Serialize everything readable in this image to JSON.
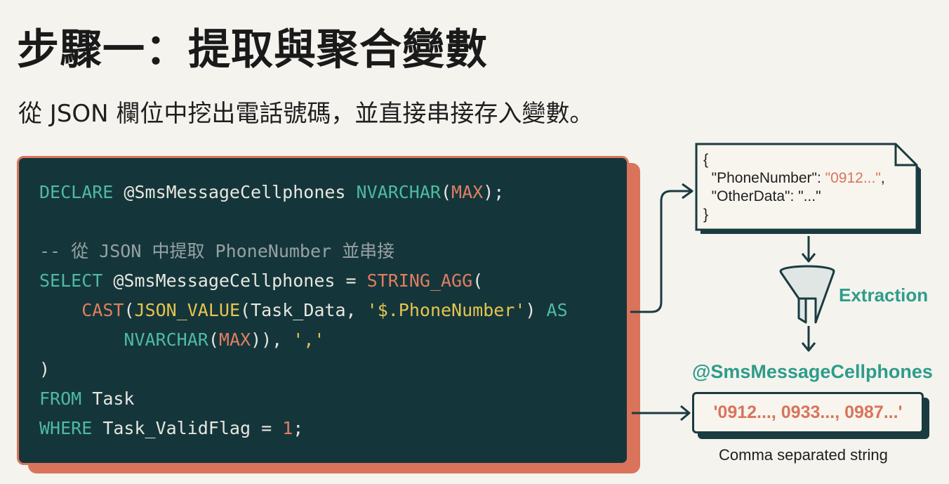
{
  "title": "步驟一：提取與聚合變數",
  "subtitle": "從 JSON 欄位中挖出電話號碼，並直接串接存入變數。",
  "code": {
    "line1": {
      "kw": "DECLARE",
      "var": " @SmsMessageCellphones ",
      "type": "NVARCHAR",
      "open": "(",
      "max": "MAX",
      "close": ");"
    },
    "comment": "-- 從 JSON 中提取 PhoneNumber 並串接",
    "line3": {
      "kw": "SELECT",
      "var": " @SmsMessageCellphones = ",
      "fn": "STRING_AGG",
      "open": "("
    },
    "line4": {
      "indent": "    ",
      "cast": "CAST",
      "open1": "(",
      "jv": "JSON_VALUE",
      "args": "(Task_Data, ",
      "path": "'$.PhoneNumber'",
      "close": ") ",
      "as": "AS"
    },
    "line5": {
      "indent": "        ",
      "type": "NVARCHAR",
      "open": "(",
      "max": "MAX",
      "close": ")), ",
      "sep": "','"
    },
    "line6": ")",
    "line7": {
      "kw": "FROM",
      "rest": " Task"
    },
    "line8": {
      "kw": "WHERE",
      "rest": " Task_ValidFlag = ",
      "num": "1",
      "end": ";"
    }
  },
  "json_doc": {
    "open": "{",
    "key1": "  \"PhoneNumber\": ",
    "val1": "\"0912...\"",
    "comma1": ",",
    "line2": "  \"OtherData\": \"...\"",
    "close": "}"
  },
  "extraction_label": "Extraction",
  "variable_label": "@SmsMessageCellphones",
  "result_value": "'0912..., 0933..., 0987...'",
  "result_caption": "Comma separated string",
  "colors": {
    "background": "#f4f3ee",
    "code_bg": "#14363b",
    "accent_orange": "#d9745a",
    "accent_teal": "#2e9c8a",
    "keyword": "#4fb9a4",
    "string": "#e7c44e"
  },
  "icons": {
    "funnel": "funnel-icon",
    "document": "document-icon"
  }
}
